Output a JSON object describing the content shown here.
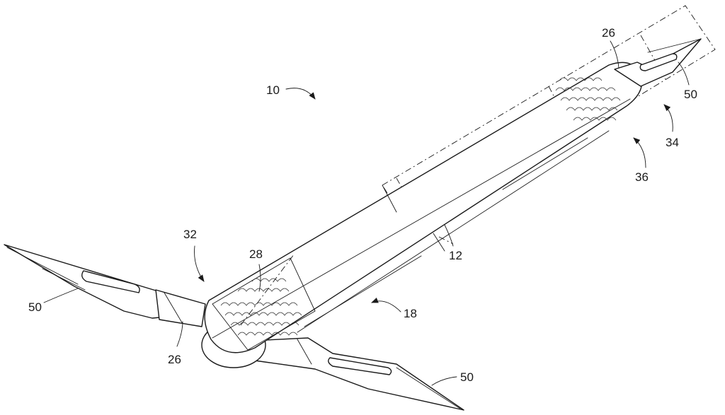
{
  "figure": {
    "stroke_color": "#1a1a1a",
    "background": "#ffffff",
    "reference_numerals": {
      "tool": "10",
      "handle": "12",
      "slot": "18",
      "blade_mount_top": "26",
      "blade_mount_bottom": "26",
      "pivot": "28",
      "first_end": "32",
      "cap_end": "34",
      "cap": "36",
      "blade_top": "50",
      "blade_left": "50",
      "blade_bottom": "50"
    }
  }
}
